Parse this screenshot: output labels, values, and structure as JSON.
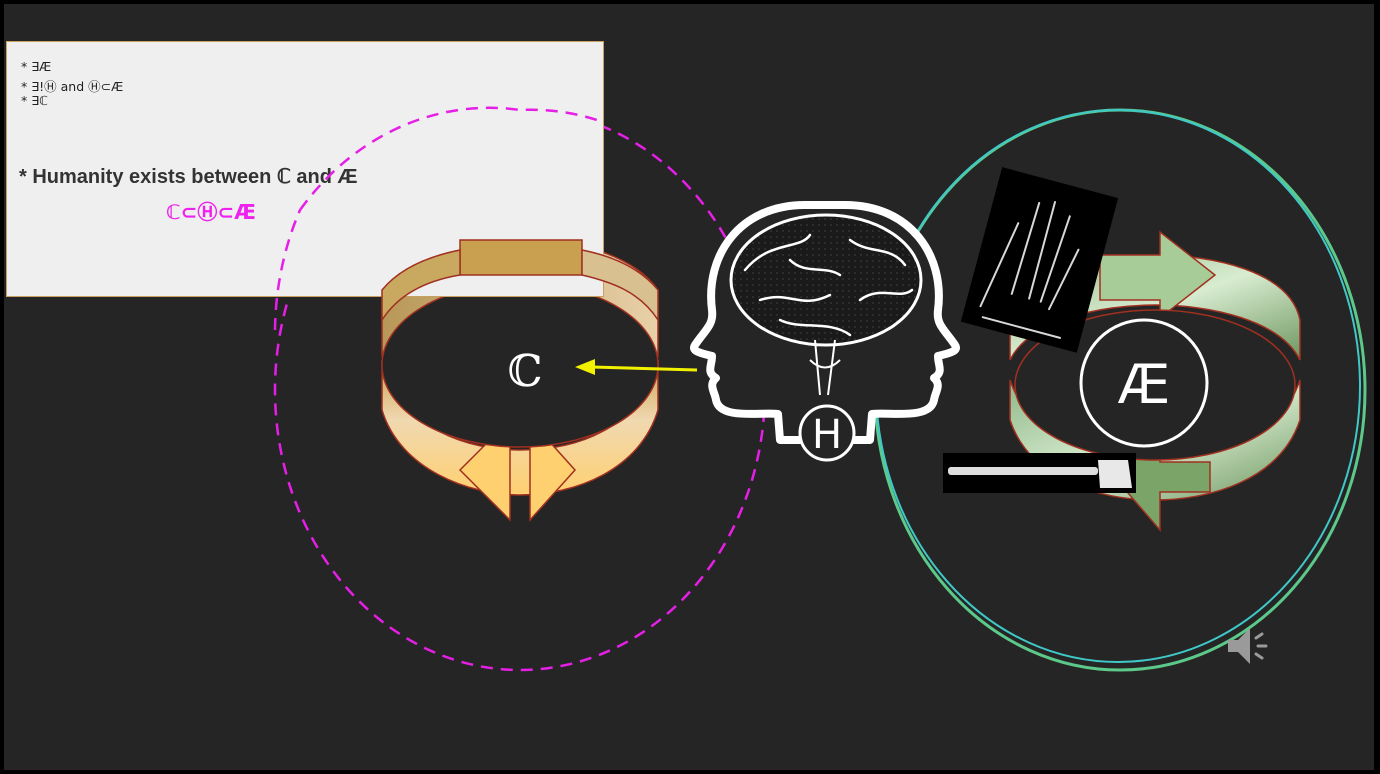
{
  "slide": {
    "bullets": [
      "* ∃Æ",
      "* ∃!Ⓗ and Ⓗ⊂Æ",
      "* ∃ℂ"
    ],
    "headline": "* Humanity exists between ℂ and Æ",
    "formula": "ℂ⊂Ⓗ⊂Æ"
  },
  "diagram": {
    "left_symbol": "ℂ",
    "center_symbol": "Ⓗ",
    "right_symbol": "Æ",
    "icons": [
      "brain-heads-icon",
      "hand-icon",
      "axe-icon",
      "speaker-icon",
      "cycle-arrow-icon"
    ]
  },
  "colors": {
    "background": "#252525",
    "dashed_circle": "#e61fe6",
    "pointer_arrow": "#f2f200",
    "right_ellipse": "#5cc98a",
    "formula_text": "#ee22ee"
  }
}
